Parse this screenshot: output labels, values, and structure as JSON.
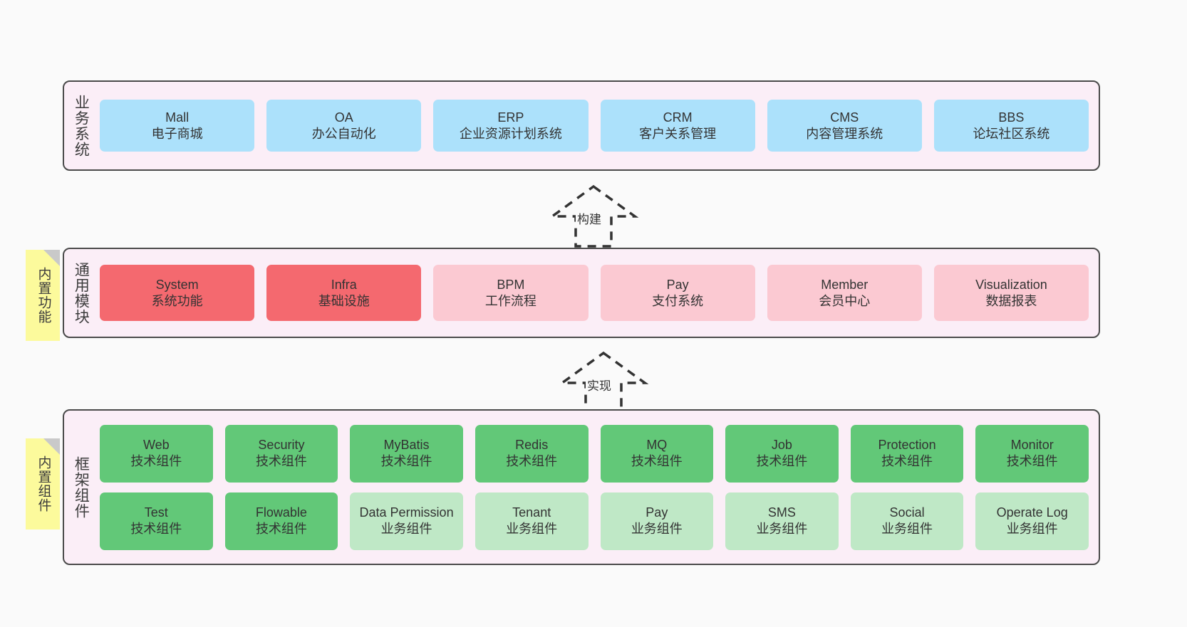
{
  "diagram": {
    "title": "",
    "background_color": "#fafafa",
    "panel_color": "#fbeef7",
    "panel_border_color": "#4a4a4a",
    "sticky_color": "#fcfa9c"
  },
  "layers": [
    {
      "id": "business",
      "title": "业务系统",
      "cell_color": "#ace1fb",
      "rows": [
        [
          {
            "en": "Mall",
            "cn": "电子商城",
            "style": "blue"
          },
          {
            "en": "OA",
            "cn": "办公自动化",
            "style": "blue"
          },
          {
            "en": "ERP",
            "cn": "企业资源计划系统",
            "style": "blue"
          },
          {
            "en": "CRM",
            "cn": "客户关系管理",
            "style": "blue"
          },
          {
            "en": "CMS",
            "cn": "内容管理系统",
            "style": "blue"
          },
          {
            "en": "BBS",
            "cn": "论坛社区系统",
            "style": "blue"
          }
        ]
      ]
    },
    {
      "id": "modules",
      "title": "通用模块",
      "cell_color": "#fbc9d2",
      "accent_color": "#f4696f",
      "rows": [
        [
          {
            "en": "System",
            "cn": "系统功能",
            "style": "red"
          },
          {
            "en": "Infra",
            "cn": "基础设施",
            "style": "red"
          },
          {
            "en": "BPM",
            "cn": "工作流程",
            "style": "pink"
          },
          {
            "en": "Pay",
            "cn": "支付系统",
            "style": "pink"
          },
          {
            "en": "Member",
            "cn": "会员中心",
            "style": "pink"
          },
          {
            "en": "Visualization",
            "cn": "数据报表",
            "style": "pink"
          }
        ]
      ]
    },
    {
      "id": "framework",
      "title": "框架组件",
      "cell_color": "#62c878",
      "accent_color": "#bfe8c6",
      "rows": [
        [
          {
            "en": "Web",
            "cn": "技术组件",
            "style": "green"
          },
          {
            "en": "Security",
            "cn": "技术组件",
            "style": "green"
          },
          {
            "en": "MyBatis",
            "cn": "技术组件",
            "style": "green"
          },
          {
            "en": "Redis",
            "cn": "技术组件",
            "style": "green"
          },
          {
            "en": "MQ",
            "cn": "技术组件",
            "style": "green"
          },
          {
            "en": "Job",
            "cn": "技术组件",
            "style": "green"
          },
          {
            "en": "Protection",
            "cn": "技术组件",
            "style": "green"
          },
          {
            "en": "Monitor",
            "cn": "技术组件",
            "style": "green"
          }
        ],
        [
          {
            "en": "Test",
            "cn": "技术组件",
            "style": "green"
          },
          {
            "en": "Flowable",
            "cn": "技术组件",
            "style": "green"
          },
          {
            "en": "Data Permission",
            "cn": "业务组件",
            "style": "lightgreen"
          },
          {
            "en": "Tenant",
            "cn": "业务组件",
            "style": "lightgreen"
          },
          {
            "en": "Pay",
            "cn": "业务组件",
            "style": "lightgreen"
          },
          {
            "en": "SMS",
            "cn": "业务组件",
            "style": "lightgreen"
          },
          {
            "en": "Social",
            "cn": "业务组件",
            "style": "lightgreen"
          },
          {
            "en": "Operate Log",
            "cn": "业务组件",
            "style": "lightgreen"
          }
        ]
      ]
    }
  ],
  "sticky_notes": [
    {
      "id": "functions",
      "label": "内置功能"
    },
    {
      "id": "components",
      "label": "内置组件"
    }
  ],
  "arrows": [
    {
      "id": "build",
      "label": "构建",
      "style": "dashed-generalization",
      "direction": "up"
    },
    {
      "id": "impl",
      "label": "实现",
      "style": "dashed-generalization",
      "direction": "up"
    }
  ]
}
